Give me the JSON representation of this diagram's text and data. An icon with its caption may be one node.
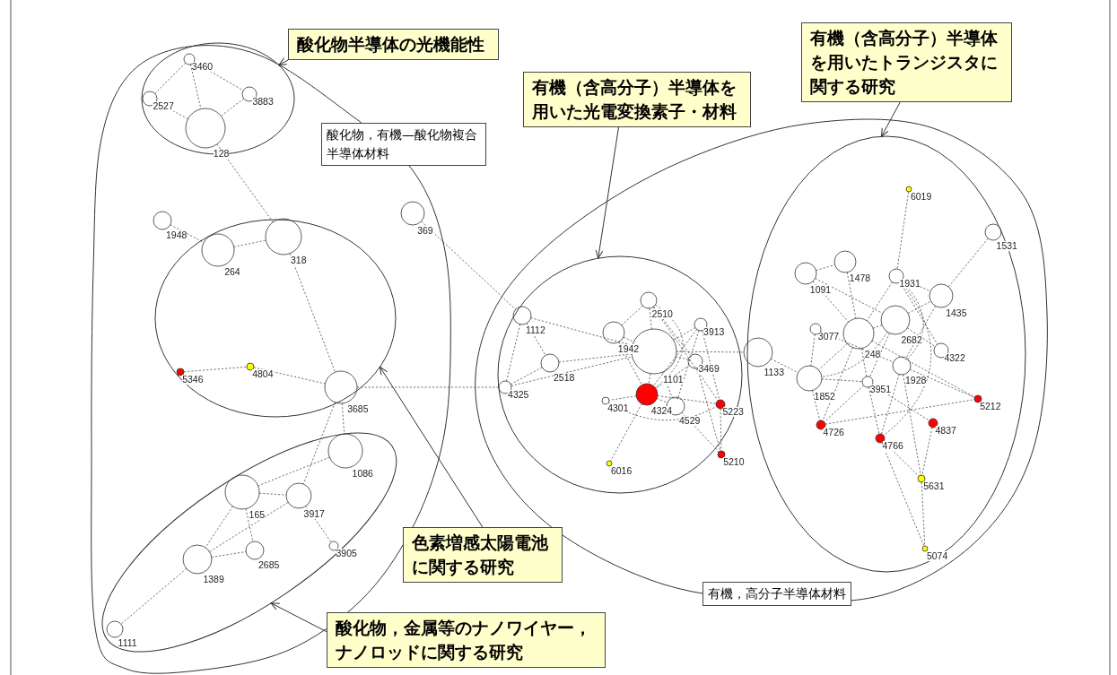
{
  "diagram": {
    "nodes": [
      {
        "text": [],
        "shape": "blob"
      },
      {
        "text": [],
        "shape": "ellipse",
        "in": 0
      },
      {
        "text": [],
        "shape": "circle",
        "in": 1,
        "beside": [
          "3460"
        ]
      },
      {
        "text": [],
        "shape": "circle",
        "in": 1,
        "beside": [
          "2527"
        ]
      },
      {
        "text": [],
        "shape": "circle",
        "in": 1,
        "beside": [
          "3883"
        ]
      },
      {
        "text": [],
        "shape": "circle",
        "in": 1,
        "beside": [
          "128"
        ]
      },
      {
        "text": [],
        "shape": "circle",
        "in": 0,
        "beside": [
          "1948"
        ]
      },
      {
        "text": [],
        "shape": "circle",
        "in": 0,
        "beside": [
          "369"
        ]
      },
      {
        "text": [],
        "shape": "ellipse",
        "in": 0
      },
      {
        "text": [],
        "shape": "circle",
        "in": 8,
        "beside": [
          "264"
        ]
      },
      {
        "text": [],
        "shape": "circle",
        "in": 8,
        "beside": [
          "318"
        ]
      },
      {
        "text": [],
        "shape": "circle",
        "in": 8,
        "beside": [
          "5346"
        ]
      },
      {
        "text": [],
        "shape": "circle",
        "in": 8,
        "beside": [
          "4804"
        ]
      },
      {
        "text": [],
        "shape": "circle",
        "in": 8,
        "beside": [
          "3685"
        ]
      },
      {
        "text": [],
        "shape": "ellipse",
        "in": 0
      },
      {
        "text": [],
        "shape": "circle",
        "in": 14,
        "beside": [
          "1086"
        ]
      },
      {
        "text": [],
        "shape": "circle",
        "in": 14,
        "beside": [
          "165"
        ]
      },
      {
        "text": [],
        "shape": "circle",
        "in": 14,
        "beside": [
          "3917"
        ]
      },
      {
        "text": [],
        "shape": "circle",
        "in": 14,
        "beside": [
          "2685"
        ]
      },
      {
        "text": [],
        "shape": "circle",
        "in": 14,
        "beside": [
          "3905"
        ]
      },
      {
        "text": [],
        "shape": "circle",
        "in": 14,
        "beside": [
          "1389"
        ]
      },
      {
        "text": [],
        "shape": "circle",
        "in": 14,
        "beside": [
          "1111"
        ]
      },
      {
        "text": [],
        "shape": "blob"
      },
      {
        "text": [],
        "shape": "ellipse",
        "in": 22
      },
      {
        "text": [],
        "shape": "circle",
        "in": 23,
        "beside": [
          "1112"
        ]
      },
      {
        "text": [],
        "shape": "circle",
        "in": 23,
        "beside": [
          "2510"
        ]
      },
      {
        "text": [],
        "shape": "circle",
        "in": 23,
        "beside": [
          "1942"
        ]
      },
      {
        "text": [],
        "shape": "circle",
        "in": 23,
        "beside": [
          "1101"
        ]
      },
      {
        "text": [],
        "shape": "circle",
        "in": 23,
        "beside": [
          "3913"
        ]
      },
      {
        "text": [],
        "shape": "circle",
        "in": 23,
        "beside": [
          "3469"
        ]
      },
      {
        "text": [],
        "shape": "circle",
        "in": 23,
        "beside": [
          "2518"
        ]
      },
      {
        "text": [],
        "shape": "circle",
        "in": 23,
        "beside": [
          "4325"
        ]
      },
      {
        "text": [],
        "shape": "circle",
        "in": 23,
        "beside": [
          "4324"
        ]
      },
      {
        "text": [],
        "shape": "circle",
        "in": 23,
        "beside": [
          "4301"
        ]
      },
      {
        "text": [],
        "shape": "circle",
        "in": 23,
        "beside": [
          "4529"
        ]
      },
      {
        "text": [],
        "shape": "circle",
        "in": 23,
        "beside": [
          "5223"
        ]
      },
      {
        "text": [],
        "shape": "circle",
        "in": 23,
        "beside": [
          "5210"
        ]
      },
      {
        "text": [],
        "shape": "circle",
        "in": 23,
        "beside": [
          "6016"
        ]
      },
      {
        "text": [],
        "shape": "circle",
        "in": 22,
        "beside": [
          "1133"
        ]
      },
      {
        "text": [],
        "shape": "ellipse",
        "in": 22
      },
      {
        "text": [],
        "shape": "circle",
        "in": 39,
        "beside": [
          "6019"
        ]
      },
      {
        "text": [],
        "shape": "circle",
        "in": 39,
        "beside": [
          "1531"
        ]
      },
      {
        "text": [],
        "shape": "circle",
        "in": 39,
        "beside": [
          "1478"
        ]
      },
      {
        "text": [],
        "shape": "circle",
        "in": 39,
        "beside": [
          "1091"
        ]
      },
      {
        "text": [],
        "shape": "circle",
        "in": 39,
        "beside": [
          "1931"
        ]
      },
      {
        "text": [],
        "shape": "circle",
        "in": 39,
        "beside": [
          "1435"
        ]
      },
      {
        "text": [],
        "shape": "circle",
        "in": 39,
        "beside": [
          "2682"
        ]
      },
      {
        "text": [],
        "shape": "circle",
        "in": 39,
        "beside": [
          "3077"
        ]
      },
      {
        "text": [],
        "shape": "circle",
        "in": 39,
        "beside": [
          "248"
        ]
      },
      {
        "text": [],
        "shape": "circle",
        "in": 39,
        "beside": [
          "4322"
        ]
      },
      {
        "text": [],
        "shape": "circle",
        "in": 39,
        "beside": [
          "1928"
        ]
      },
      {
        "text": [],
        "shape": "circle",
        "in": 39,
        "beside": [
          "1852"
        ]
      },
      {
        "text": [],
        "shape": "circle",
        "in": 39,
        "beside": [
          "3951"
        ]
      },
      {
        "text": [],
        "shape": "circle",
        "in": 39,
        "beside": [
          "5212"
        ]
      },
      {
        "text": [],
        "shape": "circle",
        "in": 39,
        "beside": [
          "4726"
        ]
      },
      {
        "text": [],
        "shape": "circle",
        "in": 39,
        "beside": [
          "4837"
        ]
      },
      {
        "text": [],
        "shape": "circle",
        "in": 39,
        "beside": [
          "4766"
        ]
      },
      {
        "text": [],
        "shape": "circle",
        "in": 39,
        "beside": [
          "5631"
        ]
      },
      {
        "text": [],
        "shape": "circle",
        "in": 39,
        "beside": [
          "5074"
        ]
      },
      {
        "text": [
          "酸化物，有機—酸化物複合半導体材料"
        ]
      },
      {
        "text": [
          "有機，高分子半導体材料"
        ]
      },
      {
        "text": [
          "酸化物半導体の光機能性"
        ]
      },
      {
        "text": [
          "有機（含高分子）半導体を用いた光電変換素子・材料"
        ]
      },
      {
        "text": [
          "有機（含高分子）半導体を用いたトランジスタに関する研究"
        ]
      },
      {
        "text": [
          "色素増感太陽電池に関する研究"
        ]
      },
      {
        "text": [
          "酸化物，金属等のナノワイヤー，ナノロッドに関する研究"
        ]
      }
    ],
    "edges": [
      {
        "from": 2,
        "to": 3,
        "arrow": "none",
        "style": "dashed"
      },
      {
        "from": 2,
        "to": 4,
        "arrow": "none",
        "style": "dashed"
      },
      {
        "from": 2,
        "to": 5,
        "arrow": "none",
        "style": "dashed"
      },
      {
        "from": 3,
        "to": 5,
        "arrow": "none",
        "style": "dashed"
      },
      {
        "from": 4,
        "to": 5,
        "arrow": "none",
        "style": "dashed"
      },
      {
        "from": 5,
        "to": 10,
        "arrow": "none",
        "style": "dashed"
      },
      {
        "from": 6,
        "to": 9,
        "arrow": "none",
        "style": "dashed"
      },
      {
        "from": 9,
        "to": 10,
        "arrow": "none",
        "style": "dashed"
      },
      {
        "from": 10,
        "to": 13,
        "arrow": "none",
        "style": "dashed"
      },
      {
        "from": 11,
        "to": 12,
        "arrow": "none",
        "style": "dashed"
      },
      {
        "from": 12,
        "to": 13,
        "arrow": "none",
        "style": "dashed"
      },
      {
        "from": 13,
        "to": 31,
        "arrow": "none",
        "style": "dashed"
      },
      {
        "from": 13,
        "to": 15,
        "arrow": "none",
        "style": "dashed"
      },
      {
        "from": 13,
        "to": 17,
        "arrow": "none",
        "style": "dashed"
      },
      {
        "from": 15,
        "to": 16,
        "arrow": "none",
        "style": "dashed"
      },
      {
        "from": 16,
        "to": 17,
        "arrow": "none",
        "style": "dashed"
      },
      {
        "from": 16,
        "to": 18,
        "arrow": "none",
        "style": "dashed"
      },
      {
        "from": 16,
        "to": 20,
        "arrow": "none",
        "style": "dashed"
      },
      {
        "from": 17,
        "to": 20,
        "arrow": "none",
        "style": "dashed"
      },
      {
        "from": 17,
        "to": 19,
        "arrow": "none",
        "style": "dashed"
      },
      {
        "from": 20,
        "to": 18,
        "arrow": "none",
        "style": "dashed"
      },
      {
        "from": 20,
        "to": 21,
        "arrow": "none",
        "style": "dashed"
      },
      {
        "from": 7,
        "to": 24,
        "arrow": "none",
        "style": "dashed"
      },
      {
        "from": 24,
        "to": 30,
        "arrow": "none",
        "style": "dashed"
      },
      {
        "from": 24,
        "to": 31,
        "arrow": "none",
        "style": "dashed"
      },
      {
        "from": 24,
        "to": 27,
        "arrow": "none",
        "style": "dashed"
      },
      {
        "from": 30,
        "to": 31,
        "arrow": "none",
        "style": "dashed"
      },
      {
        "from": 30,
        "to": 27,
        "arrow": "none",
        "style": "dashed"
      },
      {
        "from": 31,
        "to": 27,
        "arrow": "none",
        "style": "dashed"
      },
      {
        "from": 26,
        "to": 25,
        "arrow": "none",
        "style": "dashed"
      },
      {
        "from": 26,
        "to": 27,
        "arrow": "none",
        "style": "dashed"
      },
      {
        "from": 26,
        "to": 32,
        "arrow": "none",
        "style": "dashed"
      },
      {
        "from": 25,
        "to": 27,
        "arrow": "none",
        "style": "dashed"
      },
      {
        "from": 25,
        "to": 32,
        "arrow": "none",
        "style": "dashed"
      },
      {
        "from": 25,
        "to": 29,
        "arrow": "none",
        "style": "dashed"
      },
      {
        "from": 25,
        "to": 35,
        "arrow": "none",
        "style": "dashed"
      },
      {
        "from": 28,
        "to": 27,
        "arrow": "none",
        "style": "dashed"
      },
      {
        "from": 28,
        "to": 32,
        "arrow": "none",
        "style": "dashed"
      },
      {
        "from": 28,
        "to": 35,
        "arrow": "none",
        "style": "dashed"
      },
      {
        "from": 28,
        "to": 34,
        "arrow": "none",
        "style": "dashed"
      },
      {
        "from": 29,
        "to": 32,
        "arrow": "none",
        "style": "dashed"
      },
      {
        "from": 29,
        "to": 27,
        "arrow": "none",
        "style": "dashed"
      },
      {
        "from": 29,
        "to": 36,
        "arrow": "none",
        "style": "dashed"
      },
      {
        "from": 27,
        "to": 38,
        "arrow": "none",
        "style": "dashed"
      },
      {
        "from": 27,
        "to": 32,
        "arrow": "none",
        "style": "dashed"
      },
      {
        "from": 27,
        "to": 34,
        "arrow": "none",
        "style": "dashed"
      },
      {
        "from": 32,
        "to": 33,
        "arrow": "none",
        "style": "dashed"
      },
      {
        "from": 32,
        "to": 34,
        "arrow": "none",
        "style": "dashed"
      },
      {
        "from": 32,
        "to": 37,
        "arrow": "none",
        "style": "dashed"
      },
      {
        "from": 32,
        "to": 35,
        "arrow": "none",
        "style": "dashed"
      },
      {
        "from": 33,
        "to": 35,
        "arrow": "none",
        "style": "dashed"
      },
      {
        "from": 34,
        "to": 36,
        "arrow": "none",
        "style": "dashed"
      },
      {
        "from": 35,
        "to": 36,
        "arrow": "none",
        "style": "dashed"
      },
      {
        "from": 38,
        "to": 51,
        "arrow": "none",
        "style": "dashed"
      },
      {
        "from": 40,
        "to": 44,
        "arrow": "none",
        "style": "dashed"
      },
      {
        "from": 41,
        "to": 45,
        "arrow": "none",
        "style": "dashed"
      },
      {
        "from": 45,
        "to": 50,
        "arrow": "none",
        "style": "dashed"
      },
      {
        "from": 43,
        "to": 42,
        "arrow": "none",
        "style": "dashed"
      },
      {
        "from": 43,
        "to": 48,
        "arrow": "none",
        "style": "dashed"
      },
      {
        "from": 43,
        "to": 46,
        "arrow": "none",
        "style": "dashed"
      },
      {
        "from": 42,
        "to": 48,
        "arrow": "none",
        "style": "dashed"
      },
      {
        "from": 44,
        "to": 48,
        "arrow": "none",
        "style": "dashed"
      },
      {
        "from": 44,
        "to": 45,
        "arrow": "none",
        "style": "dashed"
      },
      {
        "from": 44,
        "to": 50,
        "arrow": "none",
        "style": "dashed"
      },
      {
        "from": 44,
        "to": 49,
        "arrow": "none",
        "style": "dashed"
      },
      {
        "from": 44,
        "to": 56,
        "arrow": "none",
        "style": "dashed"
      },
      {
        "from": 46,
        "to": 48,
        "arrow": "none",
        "style": "dashed"
      },
      {
        "from": 46,
        "to": 45,
        "arrow": "none",
        "style": "dashed"
      },
      {
        "from": 46,
        "to": 51,
        "arrow": "none",
        "style": "dashed"
      },
      {
        "from": 46,
        "to": 52,
        "arrow": "none",
        "style": "dashed"
      },
      {
        "from": 46,
        "to": 49,
        "arrow": "none",
        "style": "dashed"
      },
      {
        "from": 47,
        "to": 51,
        "arrow": "none",
        "style": "dashed"
      },
      {
        "from": 47,
        "to": 50,
        "arrow": "none",
        "style": "dashed"
      },
      {
        "from": 48,
        "to": 51,
        "arrow": "none",
        "style": "dashed"
      },
      {
        "from": 48,
        "to": 52,
        "arrow": "none",
        "style": "dashed"
      },
      {
        "from": 48,
        "to": 54,
        "arrow": "none",
        "style": "dashed"
      },
      {
        "from": 48,
        "to": 53,
        "arrow": "none",
        "style": "dashed"
      },
      {
        "from": 51,
        "to": 52,
        "arrow": "none",
        "style": "dashed"
      },
      {
        "from": 51,
        "to": 54,
        "arrow": "none",
        "style": "dashed"
      },
      {
        "from": 52,
        "to": 54,
        "arrow": "none",
        "style": "dashed"
      },
      {
        "from": 52,
        "to": 56,
        "arrow": "none",
        "style": "dashed"
      },
      {
        "from": 52,
        "to": 55,
        "arrow": "none",
        "style": "dashed"
      },
      {
        "from": 50,
        "to": 53,
        "arrow": "none",
        "style": "dashed"
      },
      {
        "from": 50,
        "to": 56,
        "arrow": "none",
        "style": "dashed"
      },
      {
        "from": 50,
        "to": 57,
        "arrow": "none",
        "style": "dashed"
      },
      {
        "from": 54,
        "to": 53,
        "arrow": "none",
        "style": "dashed"
      },
      {
        "from": 56,
        "to": 57,
        "arrow": "none",
        "style": "dashed"
      },
      {
        "from": 56,
        "to": 58,
        "arrow": "none",
        "style": "dashed"
      },
      {
        "from": 55,
        "to": 57,
        "arrow": "none",
        "style": "dashed"
      },
      {
        "from": 57,
        "to": 58,
        "arrow": "none",
        "style": "dashed"
      },
      {
        "from": 61,
        "to": 1,
        "arrow": "to"
      },
      {
        "from": 62,
        "to": 23,
        "arrow": "to"
      },
      {
        "from": 63,
        "to": 39,
        "arrow": "to"
      },
      {
        "from": 64,
        "to": 8,
        "arrow": "to"
      },
      {
        "from": 65,
        "to": 14,
        "arrow": "to"
      }
    ]
  }
}
